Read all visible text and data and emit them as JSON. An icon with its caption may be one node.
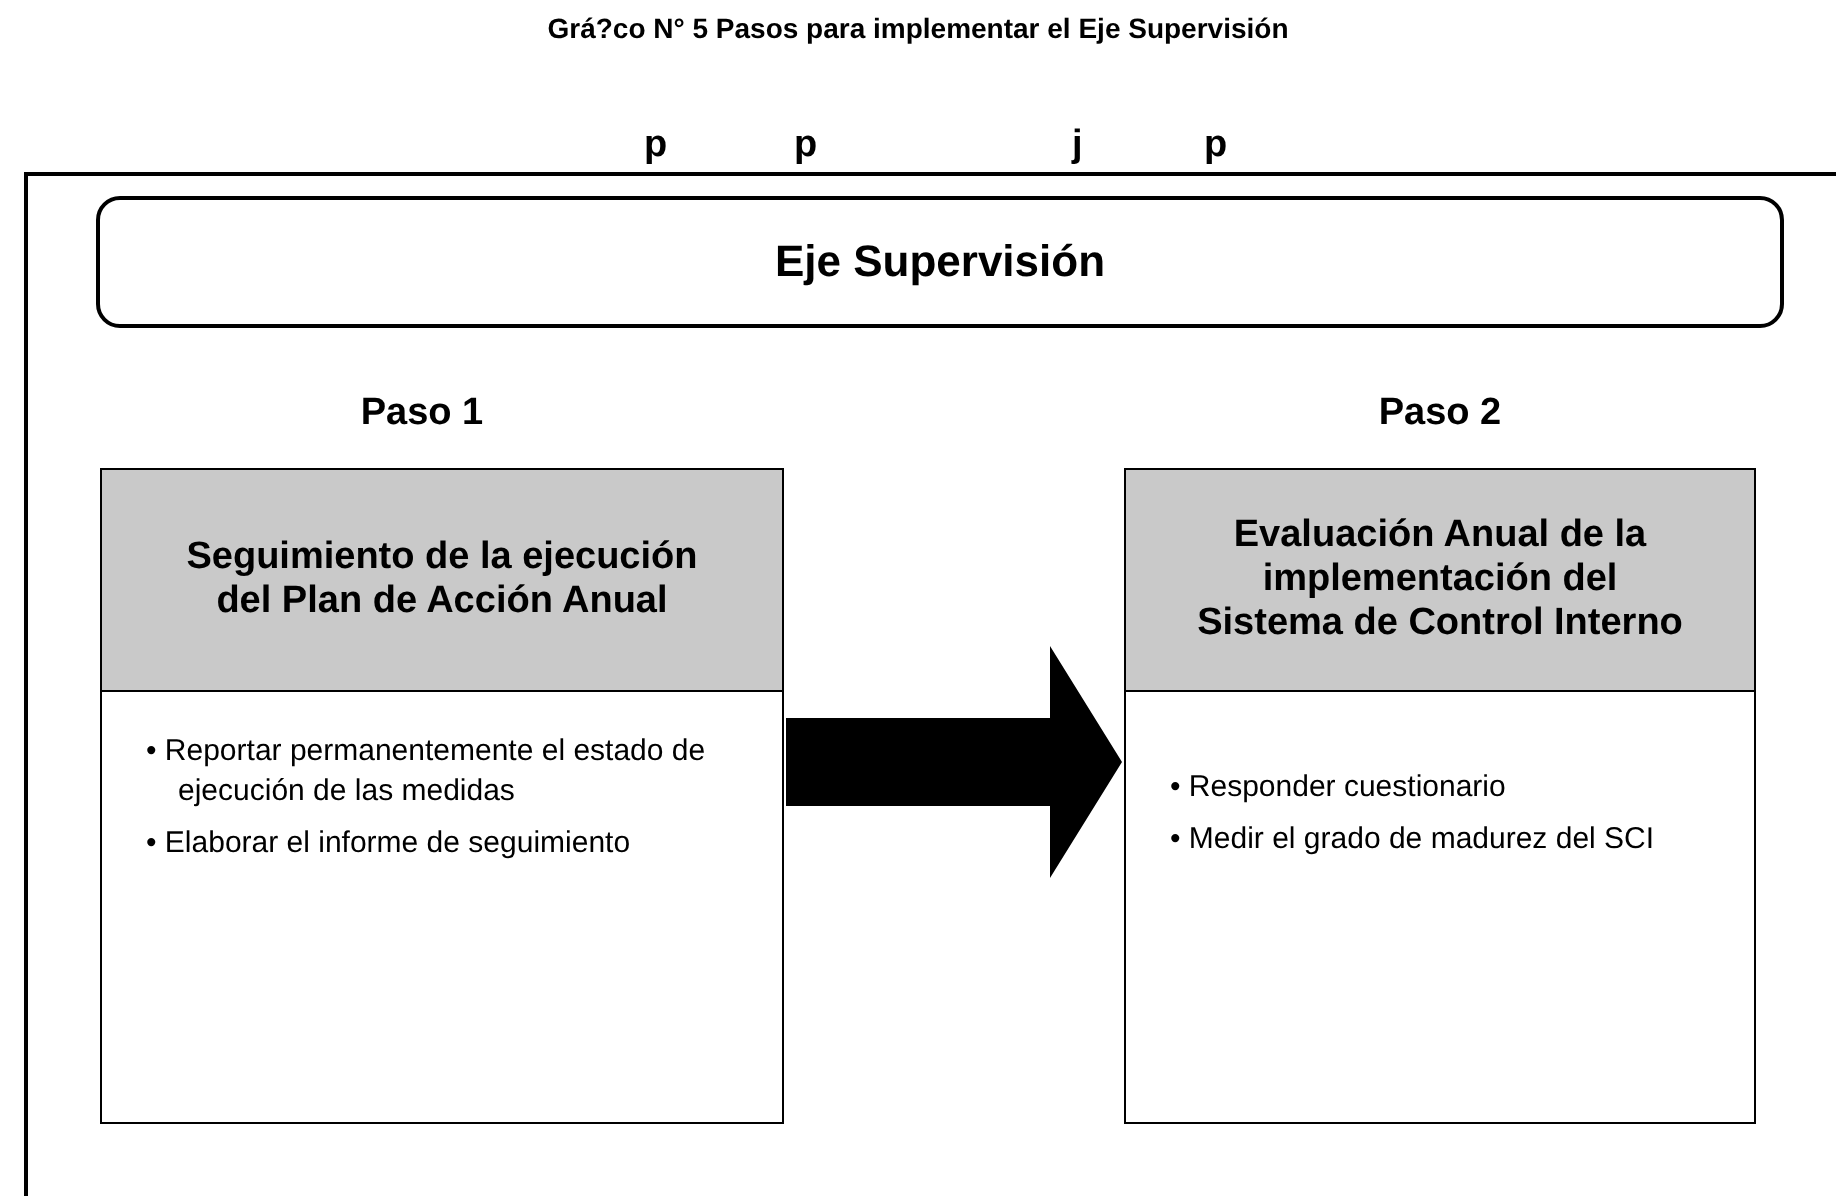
{
  "diagram": {
    "title": "Grá?co N° 5 Pasos para implementar el Eje Supervisión",
    "nodes": [
      {
        "text": [
          "Eje Supervisión"
        ]
      },
      {
        "text": [
          "Paso 1",
          "Seguimiento de la ejecución del Plan de Acción Anual",
          "• Reportar permanentemente el estado de ejecución de las medidas",
          "• Elaborar el informe de seguimiento"
        ]
      },
      {
        "text": [
          "Paso 2",
          "Evaluación Anual de la implementación del Sistema de Control Interno",
          "• Responder cuestionario",
          "• Medir el grado de madurez del SCI"
        ]
      }
    ],
    "edges": [
      {
        "from": 1,
        "to": 2,
        "arrow": "to",
        "style": "thick"
      }
    ],
    "labels": [
      "p",
      "p",
      "j",
      "p"
    ]
  }
}
